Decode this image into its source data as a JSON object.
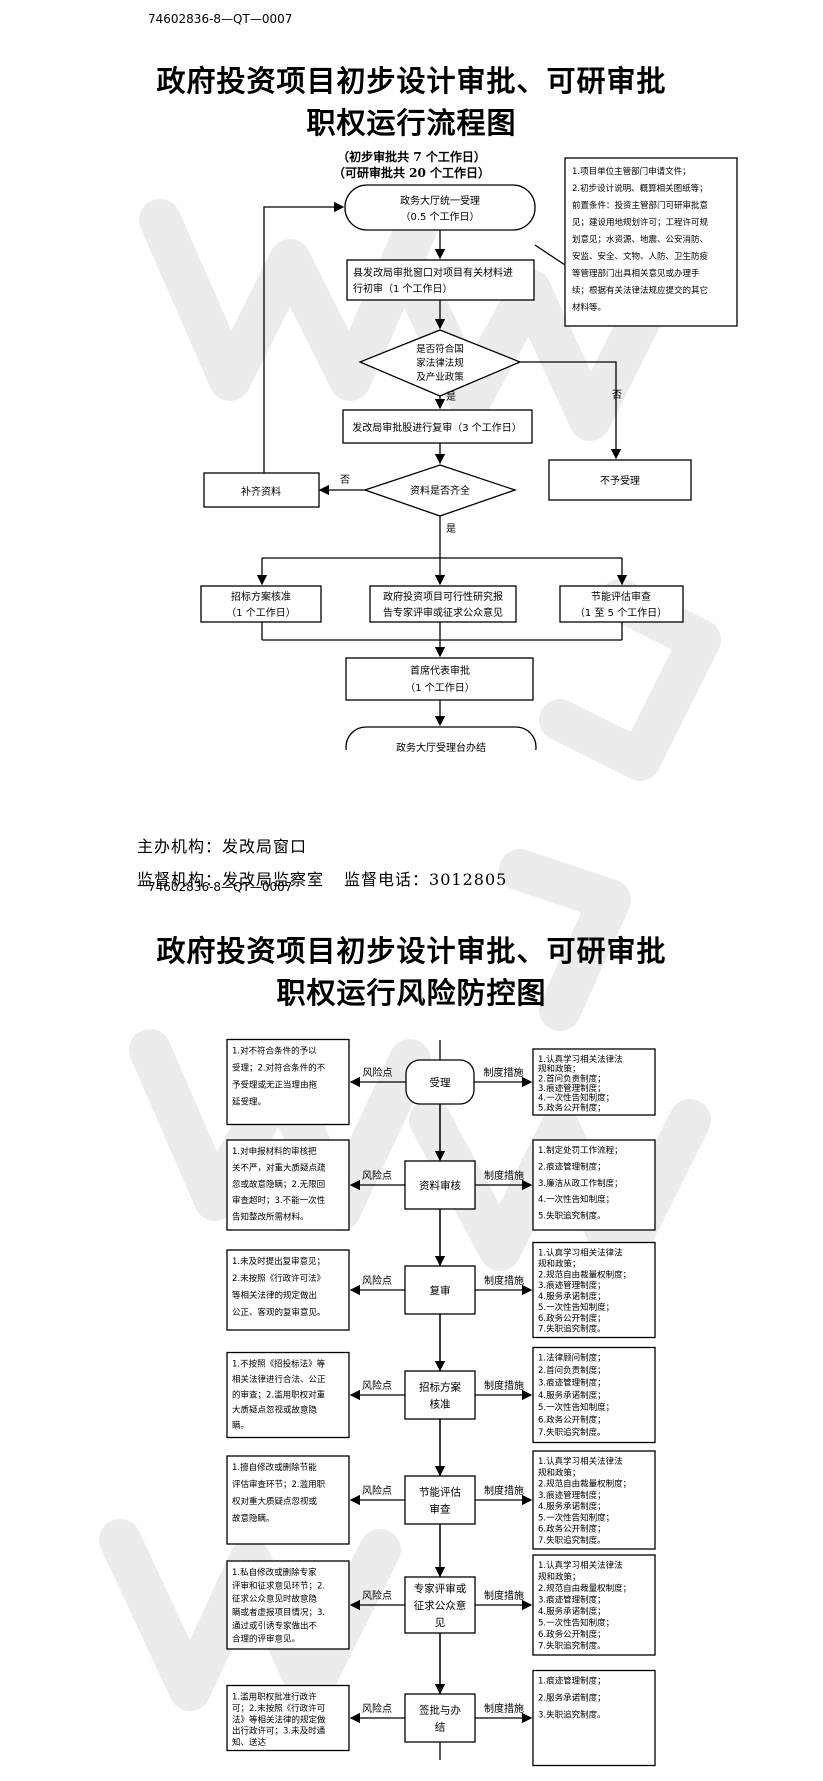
{
  "doc_code": "74602836-8—QT—0007",
  "flow": {
    "title_line1": "政府投资项目初步设计审批、可研审批",
    "title_line2": "职权运行流程图",
    "sub1": "（初步审批共 7 个工作日）",
    "sub2": "（可研审批共 20 个工作日）",
    "start_line1": "政务大厅统一受理",
    "start_line2": "（0.5 个工作日）",
    "initial_line1": "县发改局审批窗口对项目有关材料进",
    "initial_line2": "行初审（1 个工作日）",
    "note_lines": [
      "1.项目单位主管部门申请文件；",
      "2.初步设计说明、概算相关图纸等；",
      "前置条件：投资主管部门可研审批意",
      "见；建设用地规划许可；工程许可规",
      "划意见；水资源、地震、公安消防、",
      "安监、安全、文物、人防、卫生防疫",
      "等管理部门出具相关意见或办理手",
      "续；根据有关法律法规应提交的其它",
      "材料等。"
    ],
    "decision1_line1": "是否符合国",
    "decision1_line2": "家法律法规",
    "decision1_line3": "及产业政策",
    "yes1": "是",
    "no1": "否",
    "review": "发改局审批股进行复审（3 个工作日）",
    "decision2": "资料是否齐全",
    "no2": "否",
    "yes2": "是",
    "supplement": "补齐资料",
    "reject": "不予受理",
    "bid_line1": "招标方案核准",
    "bid_line2": "（1 个工作日）",
    "feas_line1": "政府投资项目可行性研究报",
    "feas_line2": "告专家评审或征求公众意见",
    "energy_line1": "节能评估审查",
    "energy_line2": "（1 至 5 个工作日）",
    "chief_line1": "首席代表审批",
    "chief_line2": "（1 个工作日）",
    "end": "政务大厅受理台办结",
    "host_label": "主办机构：",
    "host_value": "发改局窗口",
    "sup_label": "监督机构：",
    "sup_value": "发改局监察室",
    "phone_label": "监督电话：",
    "phone_value": "3012805"
  },
  "risk": {
    "title_line1": "政府投资项目初步设计审批、可研审批",
    "title_line2": "职权运行风险防控图",
    "risk_label": "风险点",
    "measure_label": "制度措施",
    "rows": [
      {
        "step": [
          "受理"
        ],
        "risk": [
          "1.对不符合条件的予以",
          "受理；2.对符合条件的不",
          "予受理或无正当理由拖",
          "延受理。"
        ],
        "measures": [
          "1.认真学习相关法律法",
          "规和政策；",
          "2.首问负责制度；",
          "3.痕迹管理制度；",
          "4.一次性告知制度；",
          "5.政务公开制度；"
        ]
      },
      {
        "step": [
          "资料审核"
        ],
        "risk": [
          "1.对申报材料的审核把",
          "关不严，对重大质疑点疏",
          "忽或故意隐瞒；2.无限回",
          "审查超时；3.不能一次性",
          "告知整改所需材料。"
        ],
        "measures": [
          "1.制定处罚工作流程；",
          "2.痕迹管理制度；",
          "3.廉洁从政工作制度；",
          "4.一次性告知制度；",
          "5.失职追究制度。"
        ]
      },
      {
        "step": [
          "复审"
        ],
        "risk": [
          "1.未及时提出复审意见；",
          "2.未按照《行政许可法》",
          "等相关法律的规定做出",
          "公正、客观的复审意见。"
        ],
        "measures": [
          "1.认真学习相关法律法",
          "规和政策；",
          "2.规范自由裁量权制度；",
          "3.痕迹管理制度；",
          "4.服务承诺制度；",
          "5.一次性告知制度；",
          "6.政务公开制度；",
          "7.失职追究制度。"
        ]
      },
      {
        "step": [
          "招标方案",
          "核准"
        ],
        "risk": [
          "1.不按照《招投标法》等",
          "相关法律进行合法、公正",
          "的审查；2.滥用职权对重",
          "大质疑点忽视或故意隐",
          "瞒。"
        ],
        "measures": [
          "1.法律顾问制度；",
          "2.首问负责制度；",
          "3.痕迹管理制度；",
          "4.服务承诺制度；",
          "5.一次性告知制度；",
          "6.政务公开制度；",
          "7.失职追究制度。"
        ]
      },
      {
        "step": [
          "节能评估",
          "审查"
        ],
        "risk": [
          "1.擅自修改或删除节能",
          "评估审查环节；2.滥用职",
          "权对重大质疑点忽视或",
          "故意隐瞒。"
        ],
        "measures": [
          "1.认真学习相关法律法",
          "规和政策；",
          "2.规范自由裁量权制度；",
          "3.痕迹管理制度；",
          "4.服务承诺制度；",
          "5.一次性告知制度；",
          "6.政务公开制度；",
          "7.失职追究制度。"
        ]
      },
      {
        "step": [
          "专家评审或",
          "征求公众意",
          "见"
        ],
        "risk": [
          "1.私自修改或删除专家",
          "评审和征求意见环节；2.",
          "征求公众意见时故意隐",
          "瞒或者虚报项目情况；3.",
          "通过或引诱专家做出不",
          "合理的评审意见。"
        ],
        "measures": [
          "1.认真学习相关法律法",
          "规和政策；",
          "2.规范自由裁量权制度；",
          "3.痕迹管理制度；",
          "4.服务承诺制度；",
          "5.一次性告知制度；",
          "6.政务公开制度；",
          "7.失职追究制度。"
        ]
      },
      {
        "step": [
          "签批与办",
          "结"
        ],
        "risk": [
          "1.滥用职权批准行政许",
          "可；2.未按照《行政许可",
          "法》等相关法律的规定做",
          "出行政许可；3.未及时通",
          "知、送达"
        ],
        "measures": [
          "1.痕迹管理制度；",
          "2.服务承诺制度；",
          "3.失职追究制度。"
        ]
      }
    ]
  }
}
